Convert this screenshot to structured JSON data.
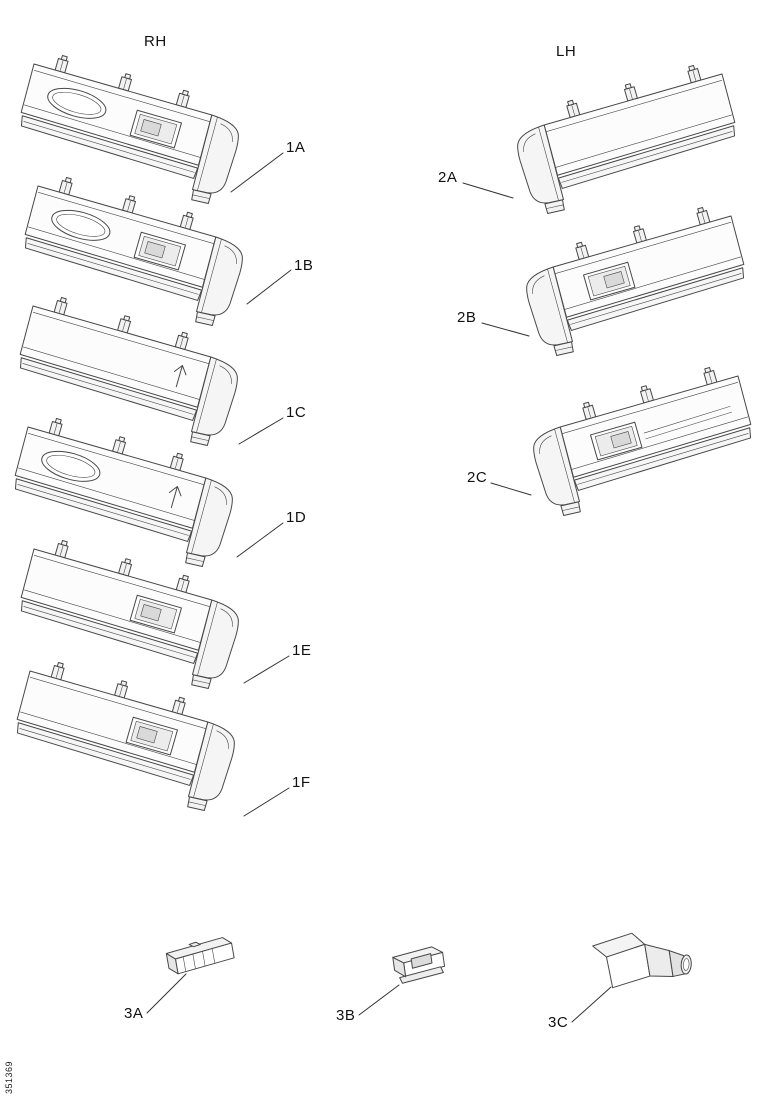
{
  "diagram": {
    "rh_header": "RH",
    "lh_header": "LH",
    "figure_number": "351369",
    "rh_parts": [
      {
        "label": "1A"
      },
      {
        "label": "1B"
      },
      {
        "label": "1C"
      },
      {
        "label": "1D"
      },
      {
        "label": "1E"
      },
      {
        "label": "1F"
      }
    ],
    "lh_parts": [
      {
        "label": "2A"
      },
      {
        "label": "2B"
      },
      {
        "label": "2C"
      }
    ],
    "fasteners": [
      {
        "label": "3A"
      },
      {
        "label": "3B"
      },
      {
        "label": "3C"
      }
    ]
  }
}
